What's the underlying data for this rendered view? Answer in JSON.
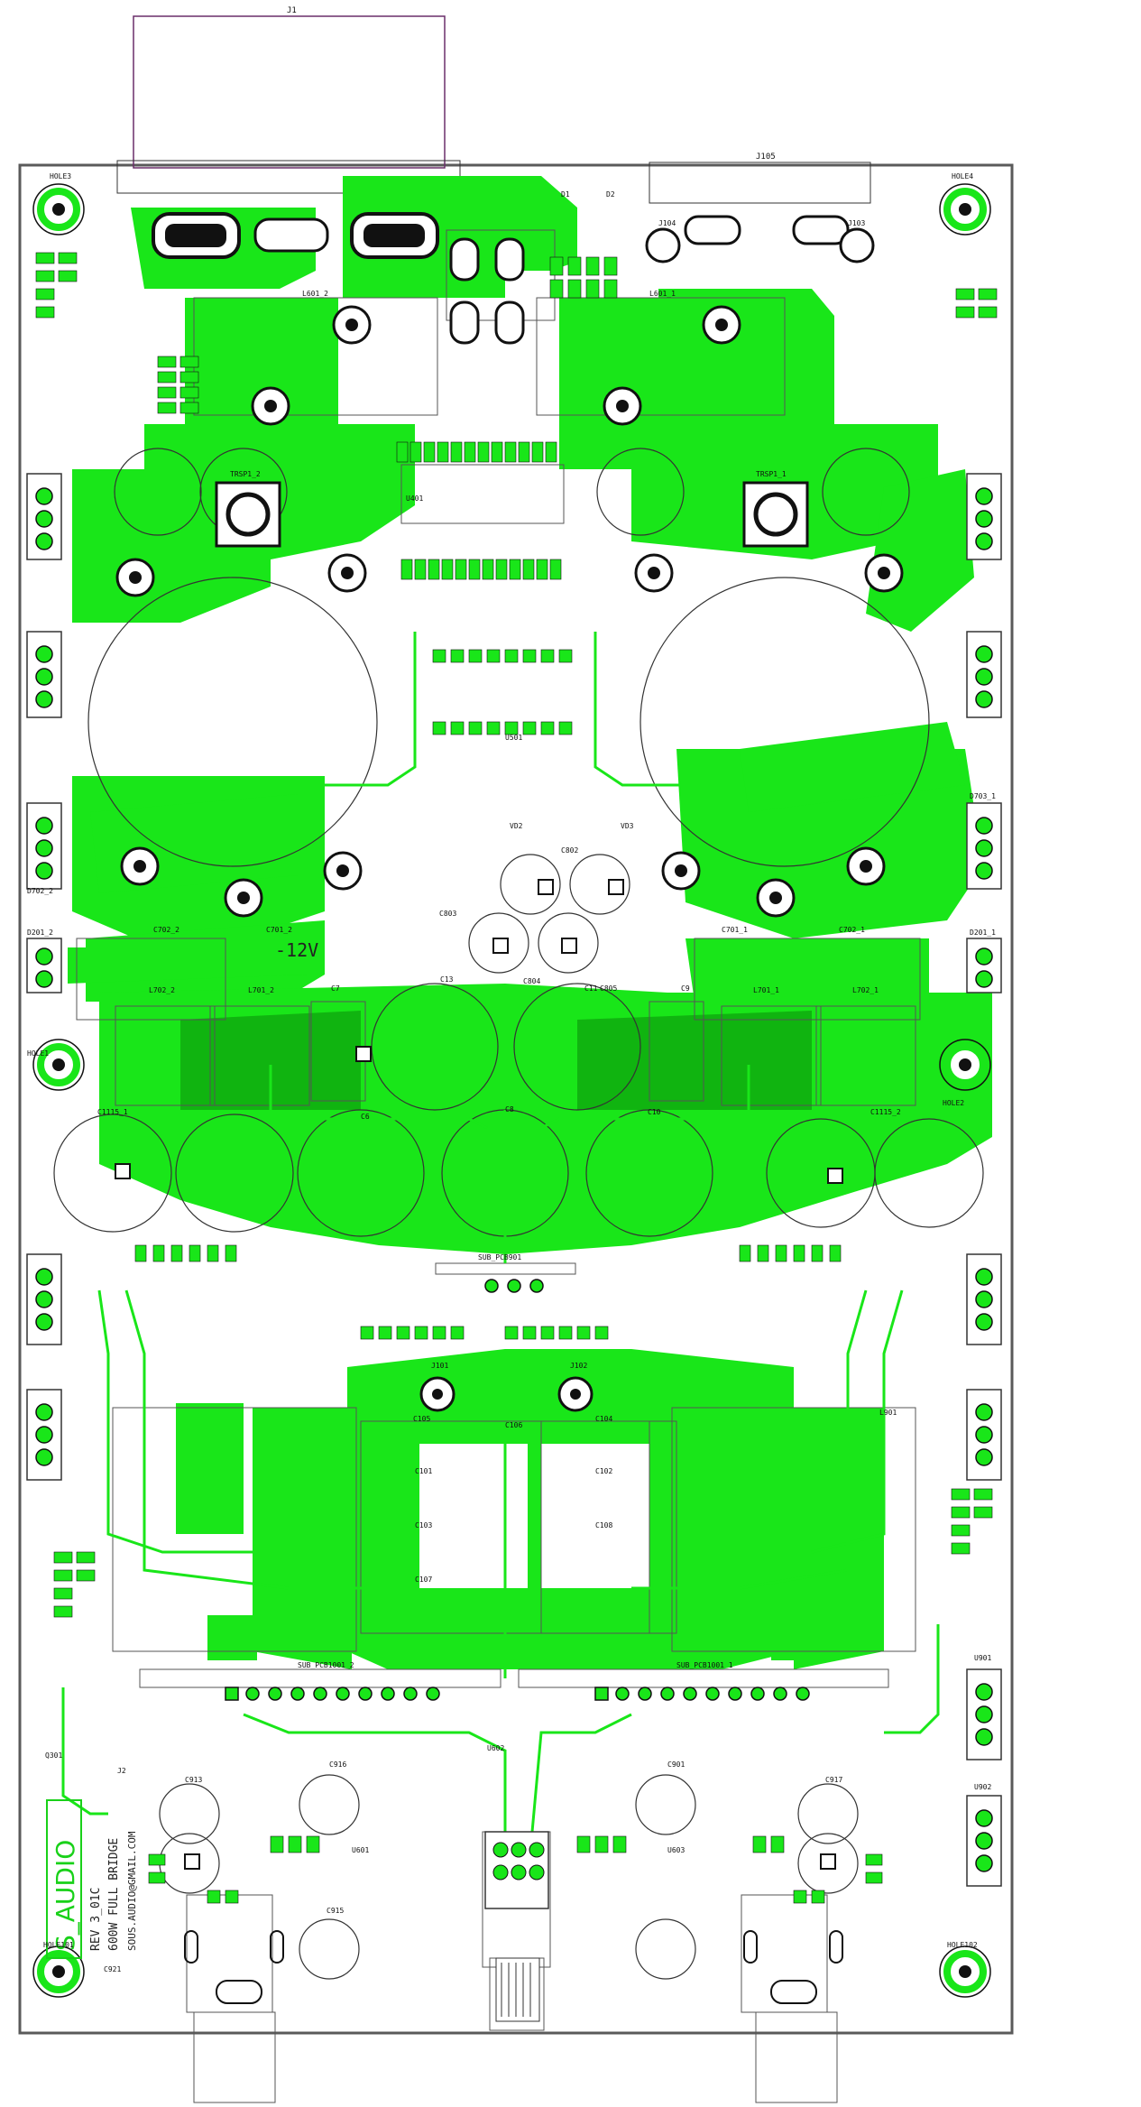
{
  "board": {
    "brand": "S_AUDIO",
    "revision": "REV 3_01C",
    "model": "600W FULL BRIDGE",
    "email": "SOUS.AUDIO@GMAIL.COM",
    "voltage_label": "-12V"
  },
  "colors": {
    "copper": "#19e619",
    "copper_dark": "#10b410",
    "outline": "#5a5a5a",
    "silk": "#111111",
    "background": "#ffffff"
  },
  "labels": {
    "j1": "J1",
    "j105": "J105",
    "hole3": "HOLE3",
    "hole4": "HOLE4",
    "hole1": "HOLE1",
    "hole2": "HOLE2",
    "hole101": "HOLE101",
    "hole102": "HOLE102",
    "d1": "D1",
    "d2": "D2",
    "j104": "J104",
    "j103": "J103",
    "l601_2": "L601_2",
    "l601_1": "L601_1",
    "u401": "U401",
    "trsp1_2": "TRSP1_2",
    "trsp1_1": "TRSP1_1",
    "u501": "U501",
    "vd2": "VD2",
    "vd3": "VD3",
    "c6": "C6",
    "c7": "C7",
    "c8": "C8",
    "c9": "C9",
    "c10": "C10",
    "c11": "C11",
    "c13": "C13",
    "c802": "C802",
    "c803": "C803",
    "c804": "C804",
    "c805": "C805",
    "c702_2": "C702_2",
    "c701_2": "C701_2",
    "c701_1": "C701_1",
    "c702_1": "C702_1",
    "l702_2": "L702_2",
    "l701_2": "L701_2",
    "l701_1": "L701_1",
    "l702_1": "L702_1",
    "c1115_1": "C1115_1",
    "c1115_2": "C1115_2",
    "d201_2": "D201_2",
    "d201_1": "D201_1",
    "d702_2": "D702_2",
    "d703_1": "D703_1",
    "sub_pcb901": "SUB_PCB901",
    "sub_pcb1001_2": "SUB_PCB1001_2",
    "sub_pcb1001_1": "SUB_PCB1001_1",
    "j101": "J101",
    "j102": "J102",
    "c105": "C105",
    "c104": "C104",
    "c106": "C106",
    "c103": "C103",
    "c107": "C107",
    "c108": "C108",
    "c101": "C101",
    "c102": "C102",
    "u901": "U901",
    "u902": "U902",
    "u601": "U601",
    "u603": "U603",
    "u602": "U602",
    "c913": "C913",
    "c915": "C915",
    "c916": "C916",
    "c917": "C917",
    "c901": "C901",
    "c921": "C921",
    "l901": "L901",
    "q301": "Q301",
    "j2": "J2"
  }
}
